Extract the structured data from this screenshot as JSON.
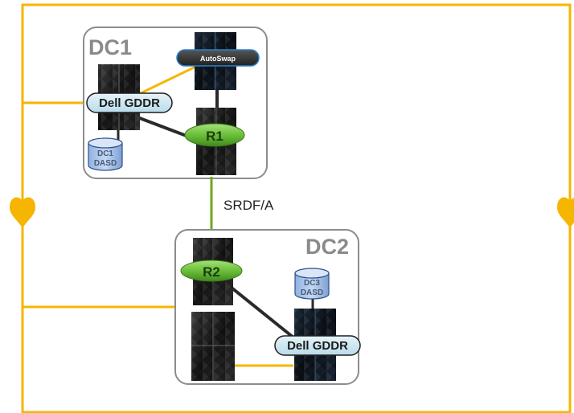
{
  "diagram": {
    "dc1": {
      "label": "DC1",
      "gddr_label": "Dell GDDR",
      "autoswap_label": "AutoSwap",
      "r1_label": "R1",
      "dasd_line1": "DC1",
      "dasd_line2": "DASD"
    },
    "dc2": {
      "label": "DC2",
      "gddr_label": "Dell GDDR",
      "r2_label": "R2",
      "dasd_line1": "DC3",
      "dasd_line2": "DASD"
    },
    "replication_label": "SRDF/A",
    "colors": {
      "loop_orange": "#f6b500",
      "link_green": "#6ea81c",
      "ring_green": "#6cbf3a",
      "box_border": "#8c8c8c",
      "pill_fill": "#cde6ef",
      "cable_black": "#2a2a2a"
    },
    "icons": {
      "loop_arrows": "heart-arrow-down",
      "storage": "storage-array",
      "database": "cylinder-database"
    }
  }
}
